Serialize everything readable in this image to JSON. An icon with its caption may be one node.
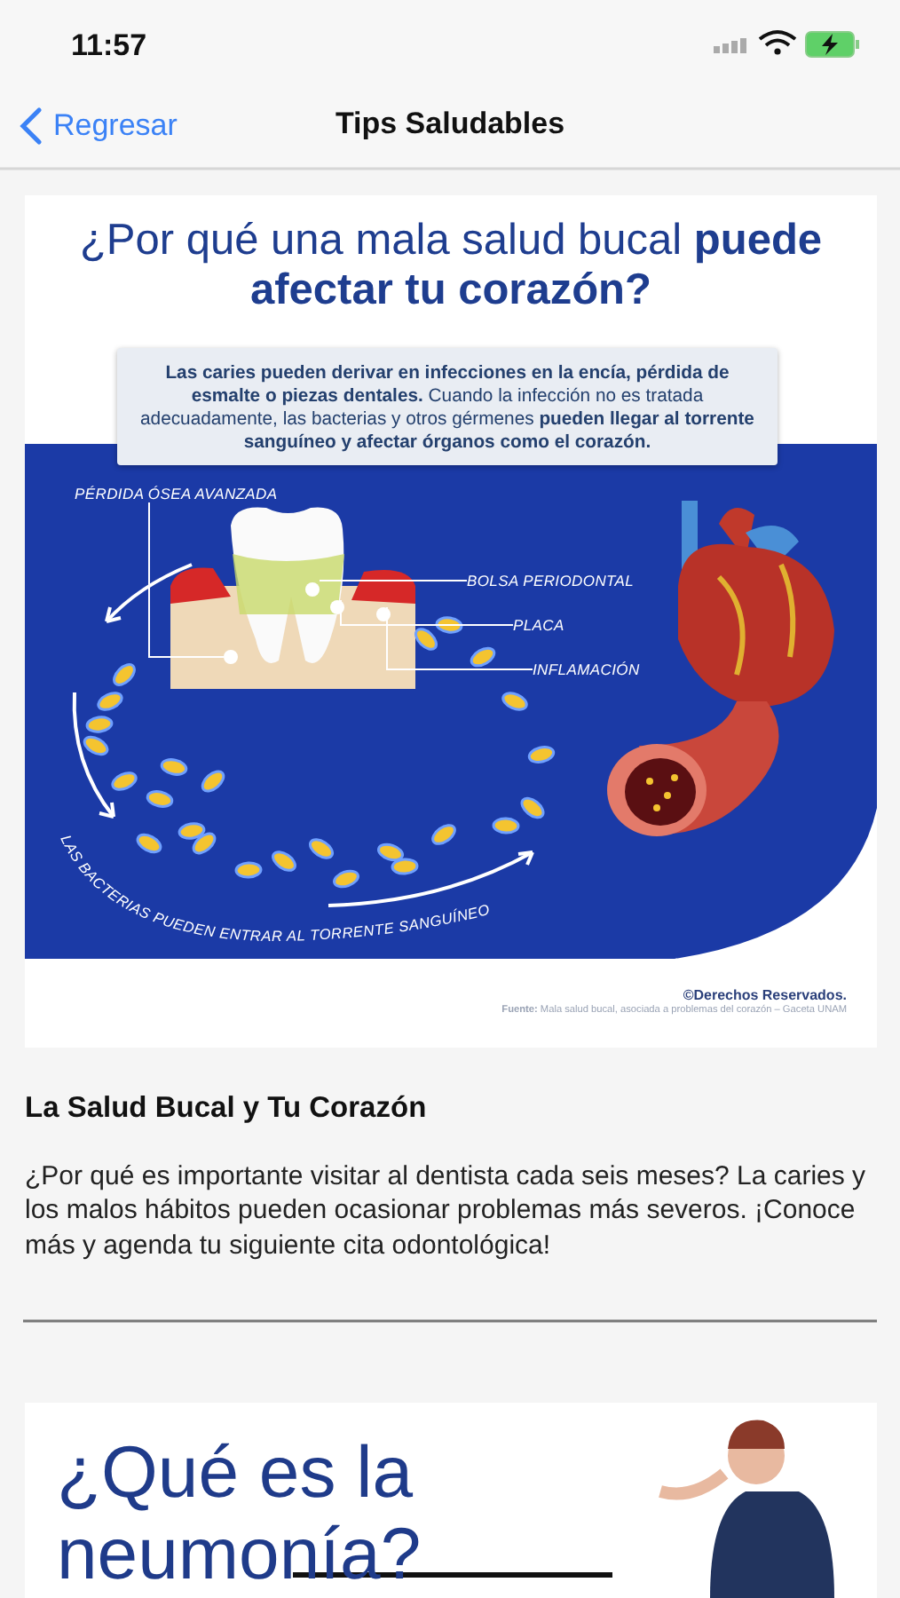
{
  "diagram": {
    "title": "Tips Saludables",
    "nodes": [
      {
        "text": [
          "PÉRDIDA ÓSEA AVANZADA"
        ]
      },
      {
        "text": [
          "BOLSA PERIODONTAL"
        ]
      },
      {
        "text": [
          "PLACA"
        ]
      },
      {
        "text": [
          "INFLAMACIÓN"
        ]
      },
      {
        "text": [],
        "shape": "circle"
      },
      {
        "text": [],
        "shape": "circle"
      },
      {
        "text": [],
        "shape": "circle"
      },
      {
        "text": [],
        "shape": "circle"
      }
    ],
    "edges": [
      {
        "from": 0,
        "to": 4,
        "arrow": "none"
      },
      {
        "from": 1,
        "to": 5,
        "arrow": "none"
      },
      {
        "from": 2,
        "to": 6,
        "arrow": "none"
      },
      {
        "from": 3,
        "to": 7,
        "arrow": "none"
      }
    ],
    "labels": [
      "11:57",
      "Regresar",
      "¿Por qué una mala salud bucal **puede afectar tu corazón?**",
      "**Las caries pueden derivar en infecciones en la encía, pérdida de esmalte o piezas dentales.** Cuando la infección no es tratada adecuadamente, las bacterias y otros gérmenes **pueden llegar al torrente sanguíneo y afectar órganos como el corazón.**",
      "LAS BACTERIAS PUEDEN ENTRAR AL TORRENTE SANGUÍNEO",
      "©Derechos Reservados.",
      "**Fuente:** Mala salud bucal, asociada a problemas del corazón – Gaceta UNAM",
      "La Salud Bucal y Tu Corazón",
      "¿Por qué es importante visitar al dentista cada seis meses? La caries y los malos hábitos pueden ocasionar problemas más severos. ¡Conoce más y agenda tu siguiente cita odontológica!",
      "¿Qué es la neumonía?"
    ]
  }
}
